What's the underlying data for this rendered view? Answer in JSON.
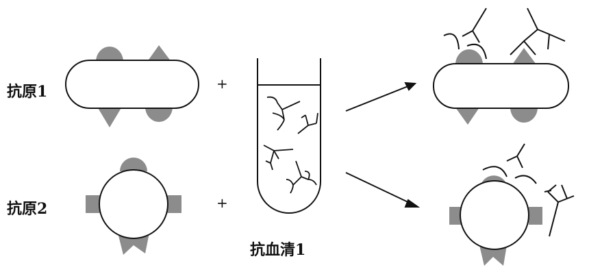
{
  "labels": {
    "antigen1": "抗原1",
    "antigen2": "抗原2",
    "antiserum": "抗血清1",
    "plus": "+"
  },
  "colors": {
    "epitope": "#8c8c8c",
    "stroke": "#111111"
  }
}
